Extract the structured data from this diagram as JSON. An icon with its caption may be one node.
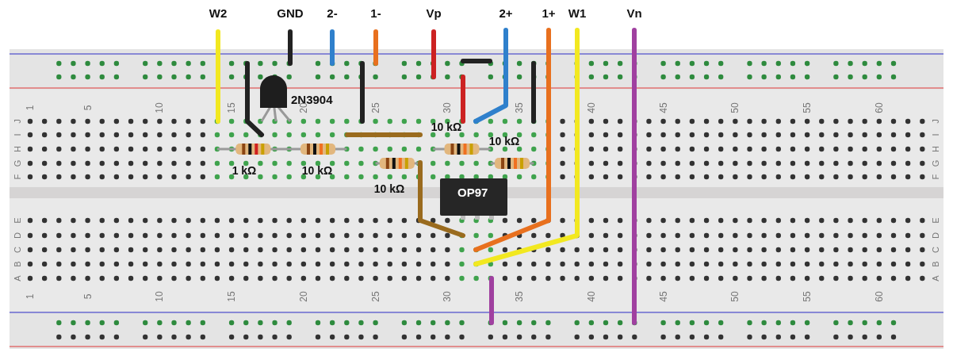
{
  "diagram": {
    "nodes": [
      {
        "text": [
          "OP97"
        ]
      }
    ],
    "edges": [],
    "labels": [
      "W2",
      "GND",
      "2-",
      "1-",
      "Vp",
      "2+",
      "1+",
      "W1",
      "Vn",
      "2N3904",
      "1",
      "5",
      "10",
      "15",
      "20",
      "25",
      "30",
      "35",
      "40",
      "45",
      "50",
      "55",
      "60",
      "J",
      "I",
      "H",
      "G",
      "F",
      "J",
      "I",
      "H",
      "G",
      "F",
      "10 kΩ",
      "10 kΩ",
      "1 kΩ",
      "10 kΩ",
      "10 kΩ",
      "E",
      "D",
      "C",
      "B",
      "A",
      "E",
      "D",
      "C",
      "B",
      "A",
      "1",
      "5",
      "10",
      "15",
      "20",
      "25",
      "30",
      "35",
      "40",
      "45",
      "50",
      "55",
      "60"
    ]
  }
}
